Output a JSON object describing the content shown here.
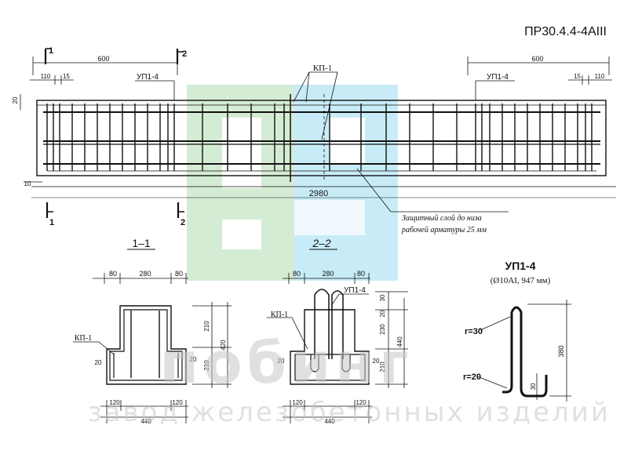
{
  "title": "ПР30.4.4-4AIII",
  "elevation": {
    "dim_600_left": "600",
    "dim_600_right": "600",
    "dim_110_left": "110",
    "dim_15_left": "15",
    "dim_15_right": "15",
    "dim_110_right": "110",
    "dim_20": "20",
    "dim_10": "10",
    "label_up_left": "УП1-4",
    "label_up_right": "УП1-4",
    "label_kp": "КП-1",
    "overall_length": "2980",
    "cut_1": "1",
    "cut_2": "2",
    "note_line1": "Защитный слой до низа",
    "note_line2": "рабочей арматуры 25 мм"
  },
  "section_1": {
    "title": "1–1",
    "top_80_left": "80",
    "top_280": "280",
    "top_80_right": "80",
    "label_kp": "КП-1",
    "h_210_top": "210",
    "h_210_bottom": "210",
    "h_420": "420",
    "side_20_left": "20",
    "side_20_right": "20",
    "bot_120_left": "120",
    "bot_120_right": "120",
    "bot_440": "440"
  },
  "section_2": {
    "title": "2–2",
    "top_80_left": "80",
    "top_280": "280",
    "top_80_right": "80",
    "label_up": "УП1-4",
    "label_kp": "КП-1",
    "h_30": "30",
    "h_20": "20",
    "h_230": "230",
    "h_210": "210",
    "h_440": "440",
    "side_20_left": "20",
    "side_20_right": "20",
    "bot_120_left": "120",
    "bot_120_right": "120",
    "bot_440": "440"
  },
  "detail": {
    "title": "УП1-4",
    "subtitle": "(Ø10AI, 947 мм)",
    "r30": "r=30",
    "r20": "r=20",
    "h_380": "380",
    "h_30": "30"
  },
  "watermark": {
    "brand": "побинг",
    "tagline": "завод железобетонных изделий"
  },
  "colors": {
    "ink": "#111111",
    "watermark_green": "#d5ecd4",
    "watermark_blue": "#c8ecf7",
    "watermark_text": "#c8c8c8"
  }
}
